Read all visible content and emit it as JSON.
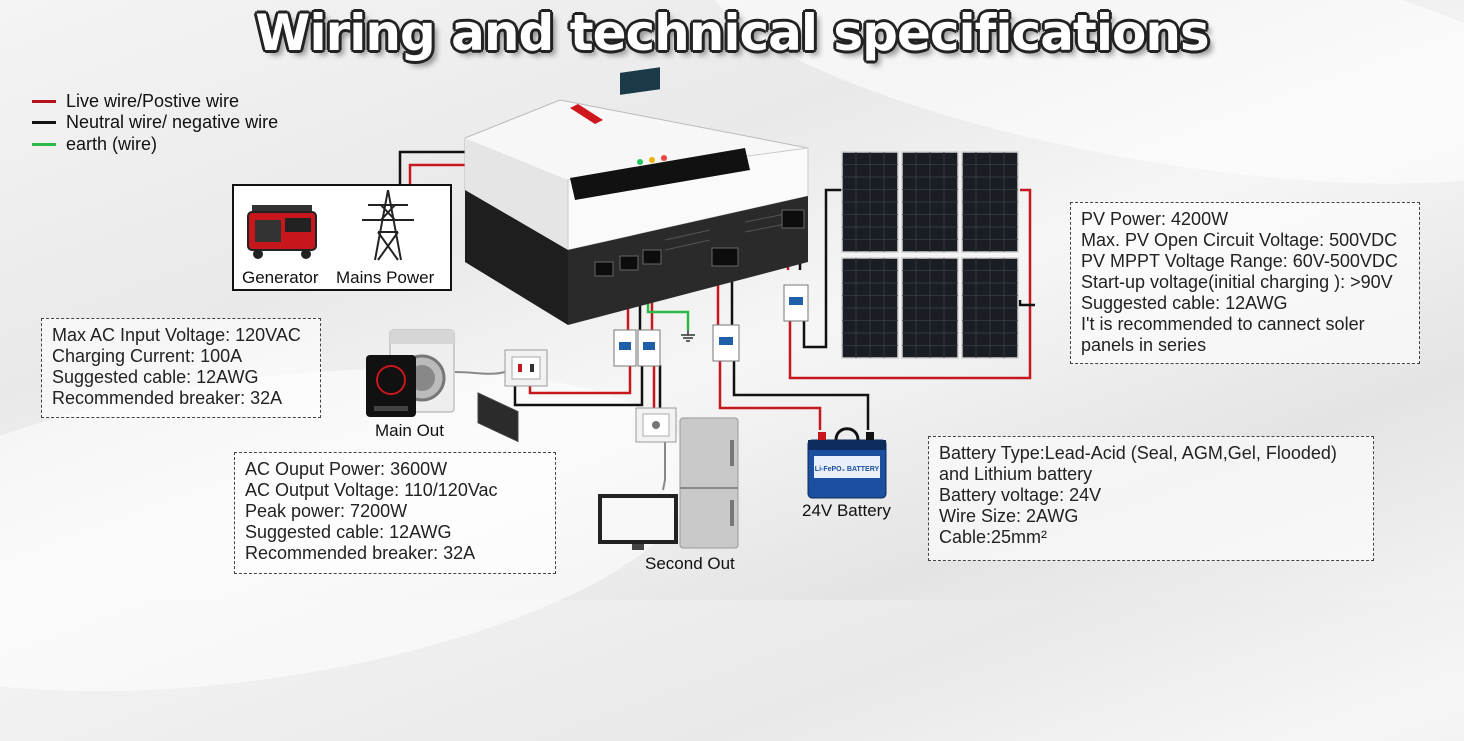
{
  "title": "Wiring and technical specifications",
  "legend": [
    {
      "label": "Live wire/Postive wire",
      "color": "#b5121b"
    },
    {
      "label": "Neutral wire/ negative wire",
      "color": "#111111"
    },
    {
      "label": "earth (wire)",
      "color": "#2db84a"
    }
  ],
  "source_box": {
    "generator": "Generator",
    "mains": "Mains Power"
  },
  "ac_input": [
    "Max AC Input Voltage: 120VAC",
    "Charging Current: 100A",
    "Suggested cable: 12AWG",
    "Recommended breaker: 32A"
  ],
  "ac_output": [
    "AC Ouput Power: 3600W",
    "AC Output Voltage: 110/120Vac",
    "Peak power:  7200W",
    "Suggested cable: 12AWG",
    "Recommended breaker: 32A"
  ],
  "pv": [
    "PV Power: 4200W",
    "Max. PV Open Circuit Voltage: 500VDC",
    "PV MPPT Voltage Range: 60V-500VDC",
    "Start-up voltage(initial charging ): >90V",
    "Suggested cable: 12AWG",
    "I't is recommended to cannect soler",
    "panels in series"
  ],
  "battery": [
    "Battery Type:Lead-Acid (Seal, AGM,Gel, Flooded)",
    "and Lithium battery",
    "Battery voltage: 24V",
    "Wire Size: 2AWG",
    "Cable:25mm²"
  ],
  "labels": {
    "main_out": "Main Out",
    "second_out": "Second Out",
    "battery": "24V Battery",
    "battery_brand": "Li-FePO₄ BATTERY"
  }
}
